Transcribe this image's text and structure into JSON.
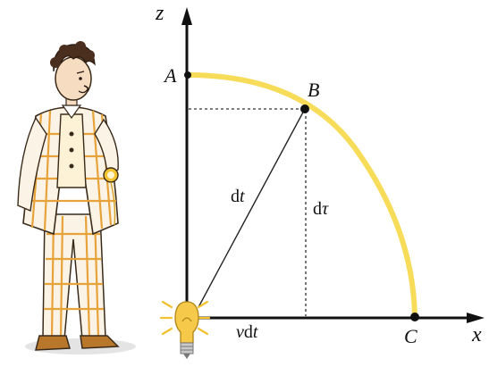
{
  "axes": {
    "vertical_label": "z",
    "horizontal_label": "x"
  },
  "points": {
    "a": "A",
    "b": "B",
    "c": "C"
  },
  "segments": {
    "diagonal": {
      "prefix": "d",
      "variable": "t"
    },
    "vertical": {
      "prefix": "d",
      "variable": "τ"
    },
    "horizontal": {
      "variable": "v",
      "prefix": "d",
      "suffix": "t"
    }
  },
  "colors": {
    "arc": "#f7dc5a",
    "axis": "#111111",
    "suit": "#e8a23a",
    "bulb": "#f2c230",
    "guide": "#333333"
  },
  "icons": {
    "observer": "gentleman-with-pocket-watch-figure",
    "source": "light-bulb-icon"
  }
}
